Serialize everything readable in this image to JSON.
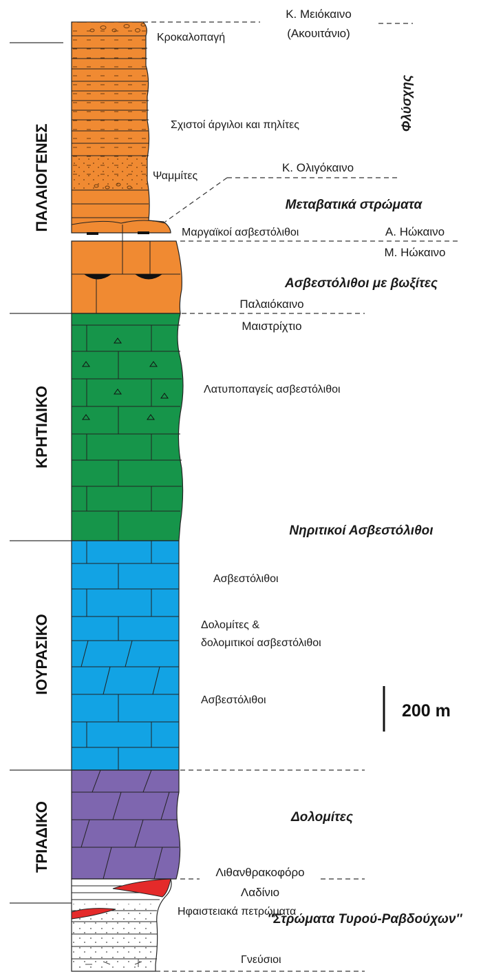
{
  "title": "",
  "periods": [
    {
      "id": "paleogene",
      "label": "ΠΑΛΑΙΟΓΕΝΕΣ"
    },
    {
      "id": "cretaceous",
      "label": "ΚΡΗΤΙΔΙΚΟ"
    },
    {
      "id": "jurassic",
      "label": "ΙΟΥΡΑΣΙΚΟ"
    },
    {
      "id": "triassic",
      "label": "ΤΡΙΑΔΙΚΟ"
    }
  ],
  "ages": {
    "miocene": "Κ. Μειόκαινο",
    "aquitanian": "(Ακουιτάνιο)",
    "oligocene": "Κ. Ολιγόκαινο",
    "upper_eocene": "Α. Ηώκαινο",
    "middle_eocene": "Μ. Ηώκαινο",
    "paleocene": "Παλαιόκαινο",
    "maastrichtian": "Μαιστρίχτιο",
    "carboniferous": "Λιθανθρακοφόρο",
    "ladinian": "Λαδίνιο"
  },
  "formations": {
    "flysch": "Φλύσχης",
    "transitional": "Μεταβατικά στρώματα",
    "bauxite_limestones": "Ασβεστόλιθοι με βωξίτες",
    "neritic": "Νηριτικοί Ασβεστόλιθοι",
    "dolomites": "Δολομίτες",
    "tyros": "''Στρώματα Τυρού-Ραβδούχων''"
  },
  "lithologies": {
    "conglomerate": "Κροκαλοπαγή",
    "shales": "Σχιστοί άργιλοι και πηλίτες",
    "sandstones": "Ψαμμίτες",
    "marly": "Μαργαϊκοί ασβεστόλιθοι",
    "rudist": "Λατυποπαγείς ασβεστόλιθοι",
    "limestones_upper": "Ασβεστόλιθοι",
    "dolomites_line1": "Δολομίτες &",
    "dolomites_line2": "δολομιτικοί ασβεστόλιθοι",
    "limestones_lower": "Ασβεστόλιθοι",
    "volcanic": "Ηφαιστειακά πετρώματα",
    "gneiss": "Γνεύσιοι"
  },
  "scale_bar": {
    "label": "200 m",
    "length_m": 200
  },
  "colors": {
    "flysch": "#F08A32",
    "cretaceous": "#16954A",
    "jurassic": "#12A3E4",
    "triassic": "#7E66AF",
    "volcanic": "#E42A2A",
    "outline": "#222222"
  }
}
